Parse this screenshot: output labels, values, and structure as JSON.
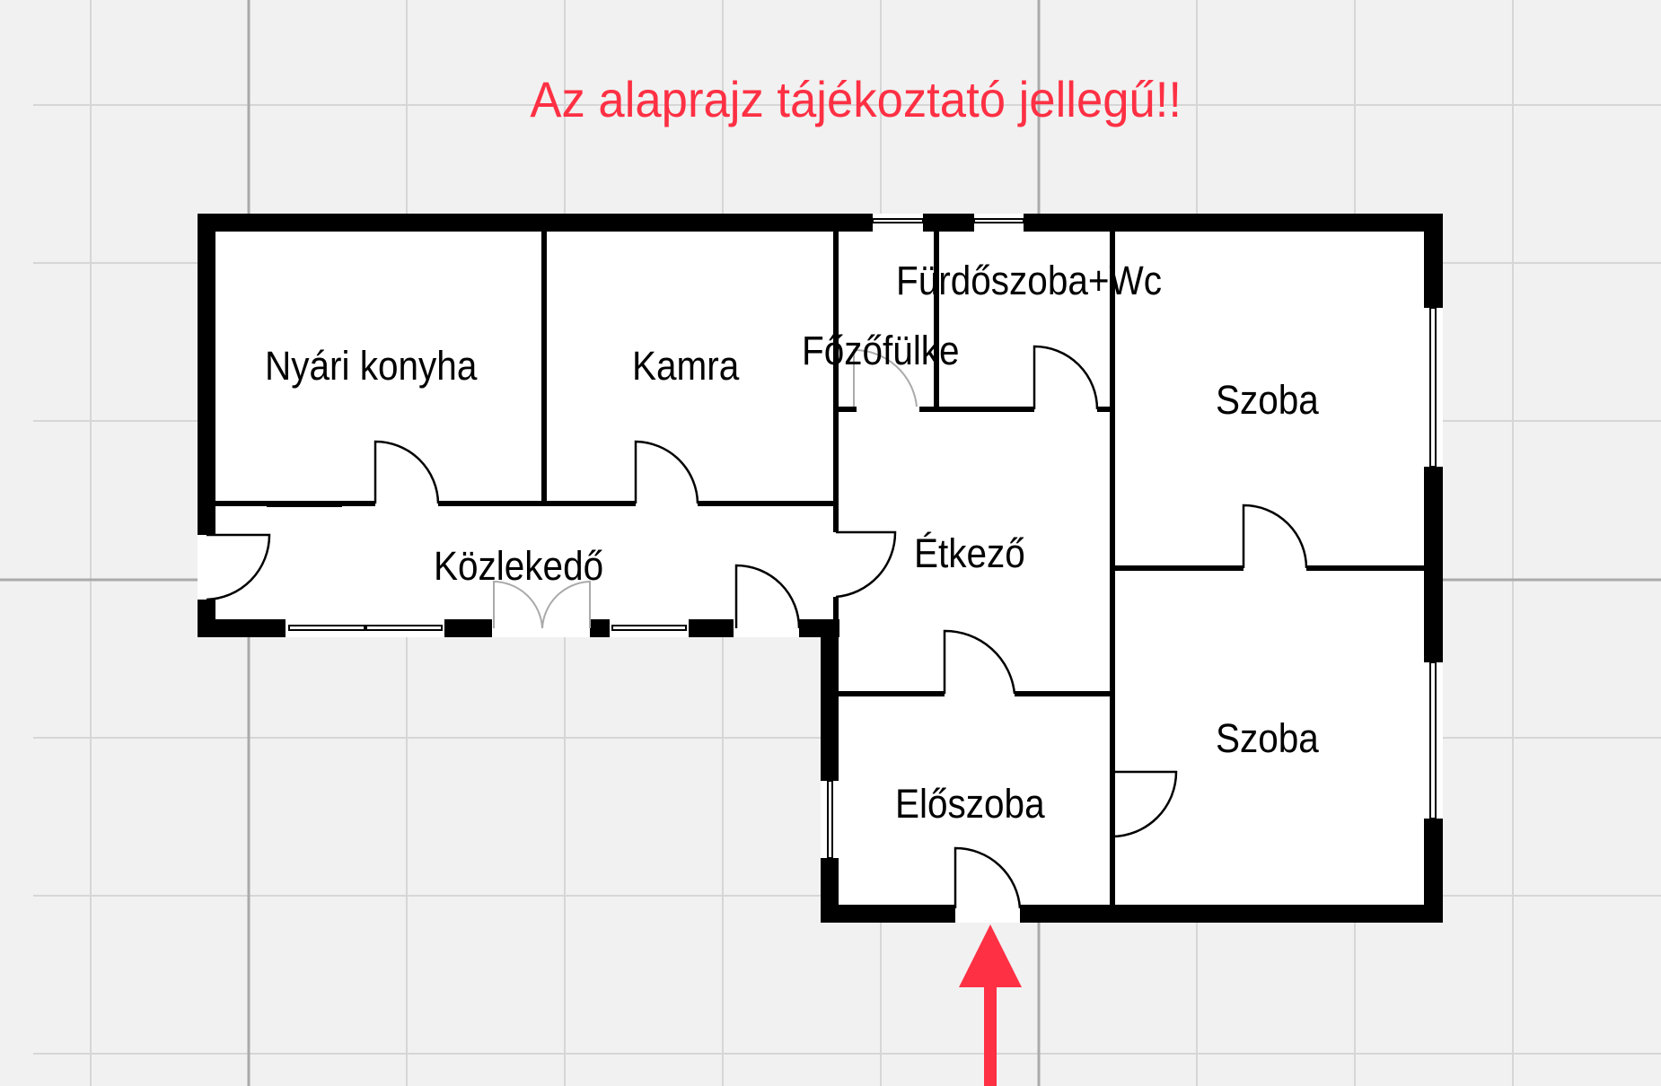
{
  "title": "Az alaprajz tájékoztató jellegű!!",
  "colors": {
    "accent": "#fe3044",
    "wall": "#000000",
    "floor": "#ffffff",
    "background": "#f1f1f1",
    "grid_minor": "#d6d6d6",
    "grid_major": "#aaaaaa"
  },
  "rooms": [
    {
      "id": "nyari-konyha",
      "label": "Nyári konyha"
    },
    {
      "id": "kamra",
      "label": "Kamra"
    },
    {
      "id": "fozofulke",
      "label": "Főzőfülke"
    },
    {
      "id": "furdoszoba-wc",
      "label": "Fürdőszoba+Wc"
    },
    {
      "id": "szoba-1",
      "label": "Szoba"
    },
    {
      "id": "kozlekedo",
      "label": "Közlekedő"
    },
    {
      "id": "etkezo",
      "label": "Étkező"
    },
    {
      "id": "szoba-2",
      "label": "Szoba"
    },
    {
      "id": "eloszoba",
      "label": "Előszoba"
    }
  ],
  "entrance_arrow": {
    "icon": "arrow-up-icon",
    "meaning": "entrance"
  }
}
